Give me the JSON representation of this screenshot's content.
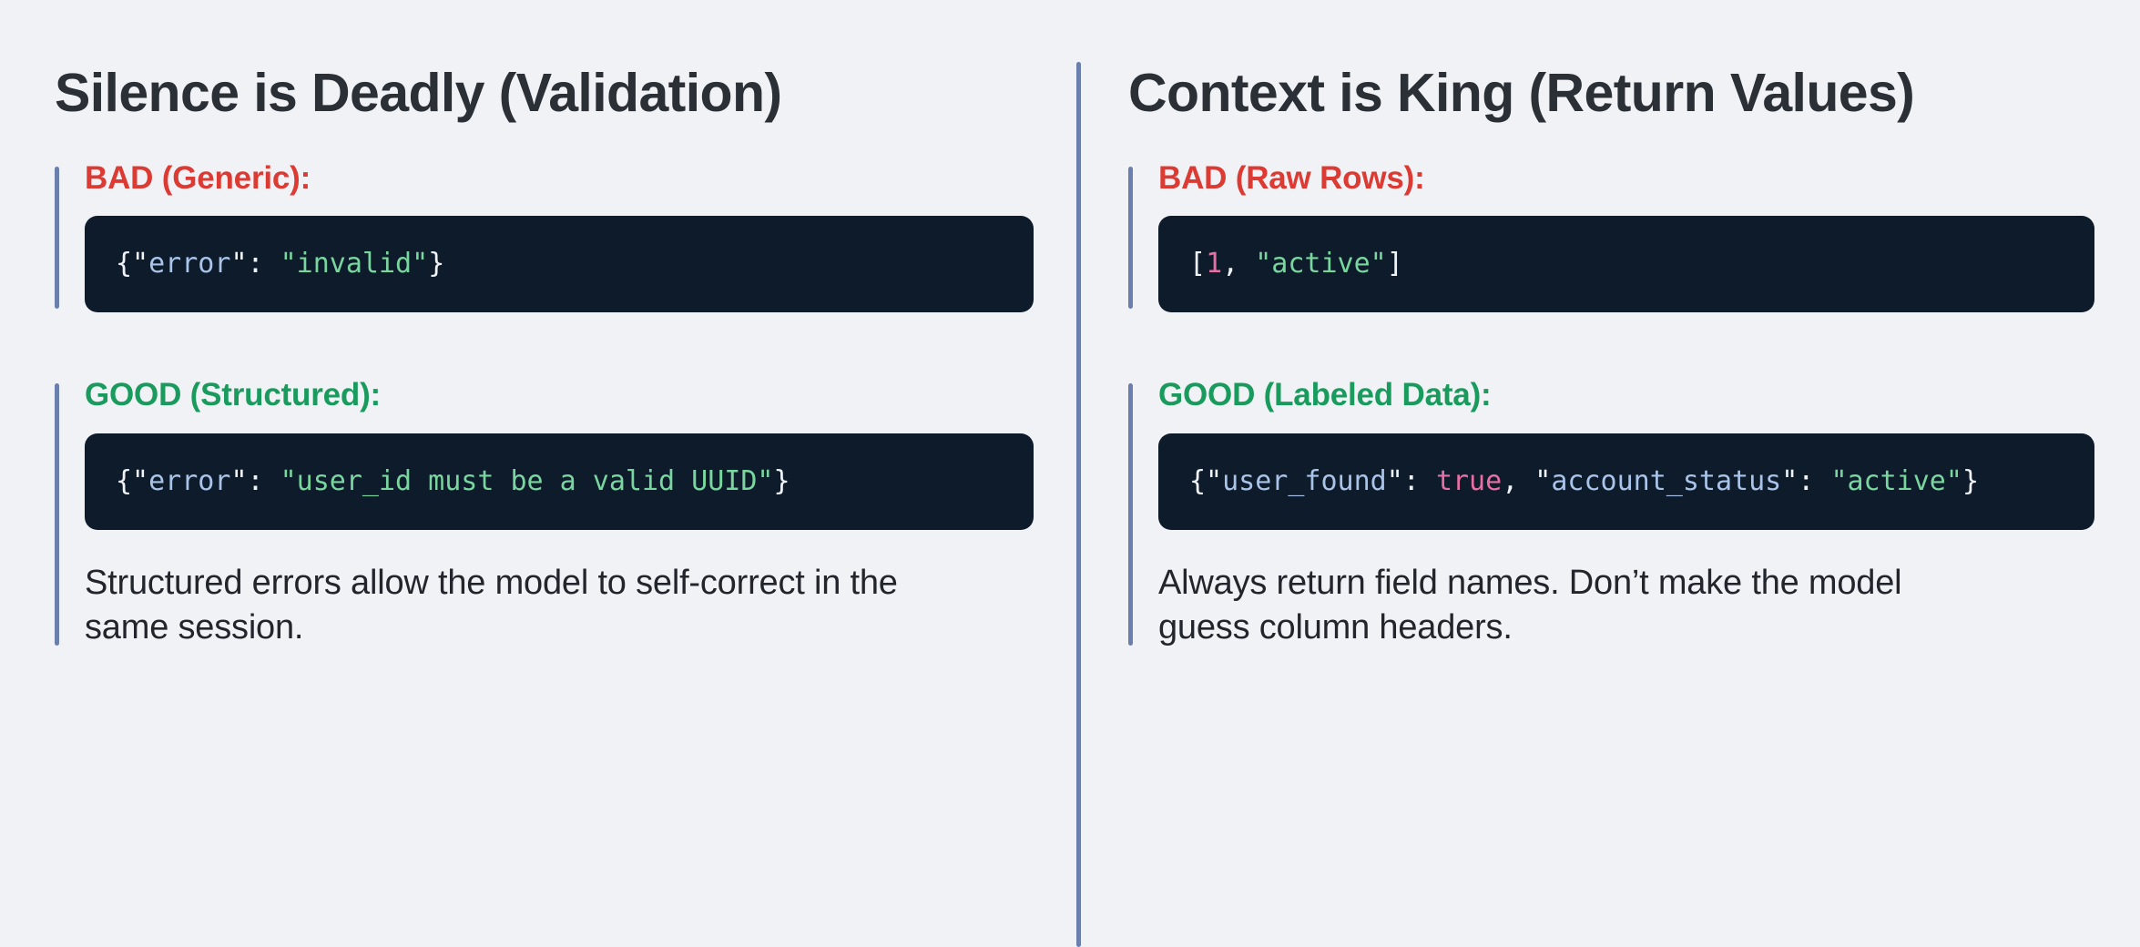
{
  "theme": {
    "background": "#f1f2f6",
    "accent_rule": "#6b7fae",
    "bad_color": "#dc3b34",
    "good_color": "#1a9b5e",
    "code_background": "#0e1b2b",
    "title_color": "#2b2f36"
  },
  "columns": [
    {
      "title": "Silence is Deadly (Validation)",
      "bad": {
        "label": "BAD (Generic):",
        "code_tokens": [
          {
            "t": "{\"",
            "c": "punc"
          },
          {
            "t": "error",
            "c": "key"
          },
          {
            "t": "\": ",
            "c": "punc"
          },
          {
            "t": "\"invalid\"",
            "c": "str"
          },
          {
            "t": "}",
            "c": "punc"
          }
        ],
        "code_plain": "{\"error\": \"invalid\"}"
      },
      "good": {
        "label": "GOOD (Structured):",
        "code_tokens": [
          {
            "t": "{\"",
            "c": "punc"
          },
          {
            "t": "error",
            "c": "key"
          },
          {
            "t": "\": ",
            "c": "punc"
          },
          {
            "t": "\"user_id must be a valid UUID\"",
            "c": "str"
          },
          {
            "t": "}",
            "c": "punc"
          }
        ],
        "code_plain": "{\"error\": \"user_id must be a valid UUID\"}"
      },
      "note": "Structured errors allow the model to self-correct in the same session."
    },
    {
      "title": "Context is King (Return Values)",
      "bad": {
        "label": "BAD (Raw Rows):",
        "code_tokens": [
          {
            "t": "[",
            "c": "punc"
          },
          {
            "t": "1",
            "c": "num"
          },
          {
            "t": ", ",
            "c": "punc"
          },
          {
            "t": "\"active\"",
            "c": "str"
          },
          {
            "t": "]",
            "c": "punc"
          }
        ],
        "code_plain": "[1, \"active\"]"
      },
      "good": {
        "label": "GOOD (Labeled Data):",
        "code_tokens": [
          {
            "t": "{\"",
            "c": "punc"
          },
          {
            "t": "user_found",
            "c": "key"
          },
          {
            "t": "\": ",
            "c": "punc"
          },
          {
            "t": "true",
            "c": "bool"
          },
          {
            "t": ", \"",
            "c": "punc"
          },
          {
            "t": "account_status",
            "c": "key"
          },
          {
            "t": "\": ",
            "c": "punc"
          },
          {
            "t": "\"active\"",
            "c": "str"
          },
          {
            "t": "}",
            "c": "punc"
          }
        ],
        "code_plain": "{\"user_found\": true, \"account_status\": \"active\"}"
      },
      "note": "Always return field names. Don’t make the model guess column headers."
    }
  ]
}
